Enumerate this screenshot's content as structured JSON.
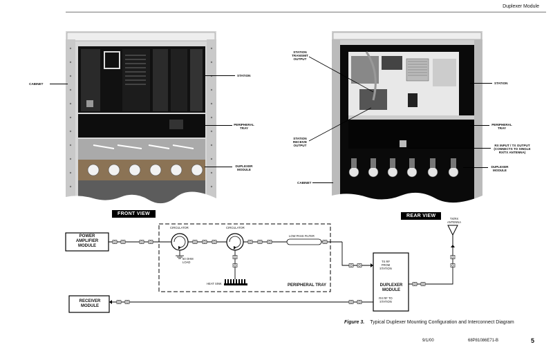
{
  "header": {
    "title": "Duplexer Module"
  },
  "front": {
    "view_label": "FRONT VIEW",
    "labels": {
      "cabinet": "CABINET",
      "station": "STATION",
      "peripheral_tray": "PERIPHERAL TRAY",
      "duplexer_module": "DUPLEXER MODULE"
    }
  },
  "rear": {
    "view_label": "REAR VIEW",
    "labels": {
      "station_transmit_output": "STATION TRANSMIT OUTPUT",
      "station_receive_output": "STATION RECEIVE OUTPUT",
      "station": "STATION",
      "peripheral_tray": "PERIPHERAL TRAY",
      "rx_tx_output": "RX INPUT / TX OUTPUT (CONNECTS TO SINGLE RX/TX ANTENNA)",
      "duplexer_module": "DUPLEXER MODULE",
      "cabinet": "CABINET"
    }
  },
  "diagram": {
    "power_amplifier_module": "POWER AMPLIFIER MODULE",
    "receiver_module": "RECEIVER MODULE",
    "circulator_1": "CIRCULATOR",
    "circulator_2": "CIRCULATOR",
    "load": "50 OHM LOAD",
    "low_pass_filter": "LOW PASS FILTER",
    "heat_sink": "HEAT SINK",
    "peripheral_tray": "PERIPHERAL TRAY",
    "duplexer_module": "DUPLEXER MODULE",
    "tx_rf_from_station": "TX RF FROM STATION",
    "rx_rf_to_station": "RX RF TO STATION",
    "tx_rx_antenna": "TX/RX ANTENNA"
  },
  "figure": {
    "number": "Figure 3.",
    "caption": "Typical Duplexer Mounting Configuration and Interconnect Diagram"
  },
  "footer": {
    "date": "9/1/00",
    "doc_number": "68P81086E71-B",
    "page": "5"
  }
}
